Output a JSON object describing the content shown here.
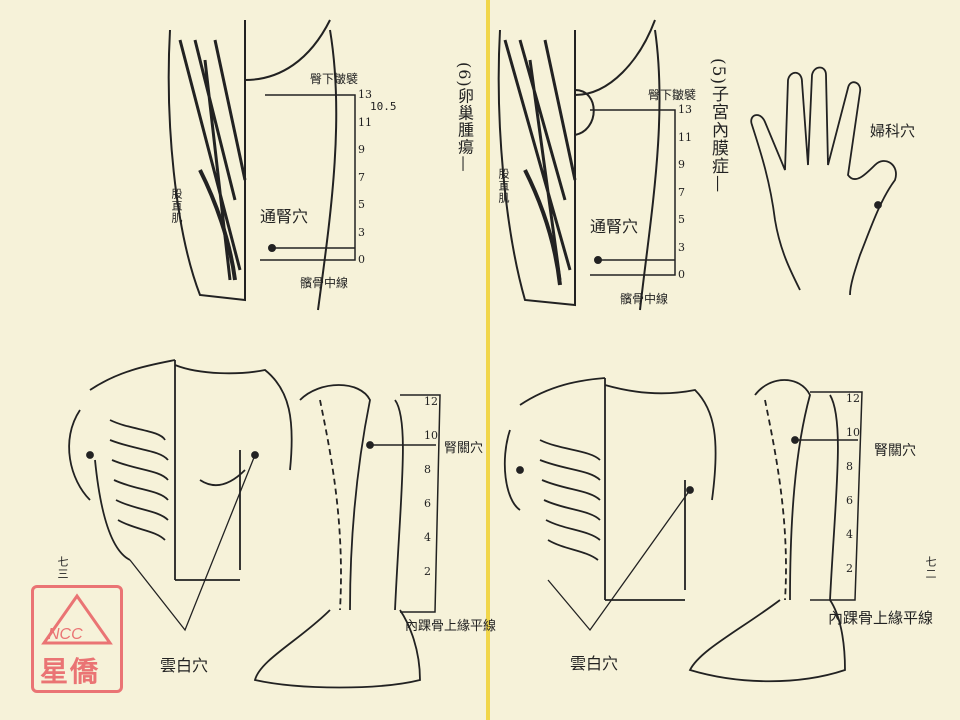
{
  "left_page": {
    "section_title": "(6)卵巢腫瘍—",
    "page_number": "七三",
    "thigh_figure": {
      "top_label": "臀下皺襞",
      "bottom_label": "髕骨中線",
      "muscle_label": "股直肌",
      "point_label": "通腎穴",
      "measurement": "10.5",
      "scale_ticks": [
        "13",
        "11",
        "9",
        "7",
        "5",
        "3",
        "0"
      ]
    },
    "chest_figure": {
      "point_label": "雲白穴"
    },
    "leg_figure": {
      "point_label": "腎關穴",
      "bottom_label": "內踝骨上緣平線",
      "scale_ticks": [
        "12",
        "10",
        "8",
        "6",
        "4",
        "2"
      ]
    },
    "stamp": {
      "logo_text": "NCC",
      "name": "星僑",
      "color": "#ea7474"
    }
  },
  "right_page": {
    "section_title": "(5)子宮內膜症—",
    "page_number": "七二",
    "thigh_figure": {
      "top_label": "臀下皺襞",
      "bottom_label": "髕骨中線",
      "muscle_label": "股直肌",
      "point_label": "通腎穴",
      "scale_ticks": [
        "13",
        "11",
        "9",
        "7",
        "5",
        "3",
        "0"
      ]
    },
    "hand_figure": {
      "point_label": "婦科穴"
    },
    "chest_figure": {
      "point_label": "雲白穴"
    },
    "leg_figure": {
      "point_label": "腎關穴",
      "bottom_label": "內踝骨上緣平線",
      "scale_ticks": [
        "12",
        "10",
        "8",
        "6",
        "4",
        "2"
      ]
    }
  },
  "colors": {
    "paper": "#f6f2d9",
    "ink": "#222222",
    "spine": "#f1d64a"
  }
}
